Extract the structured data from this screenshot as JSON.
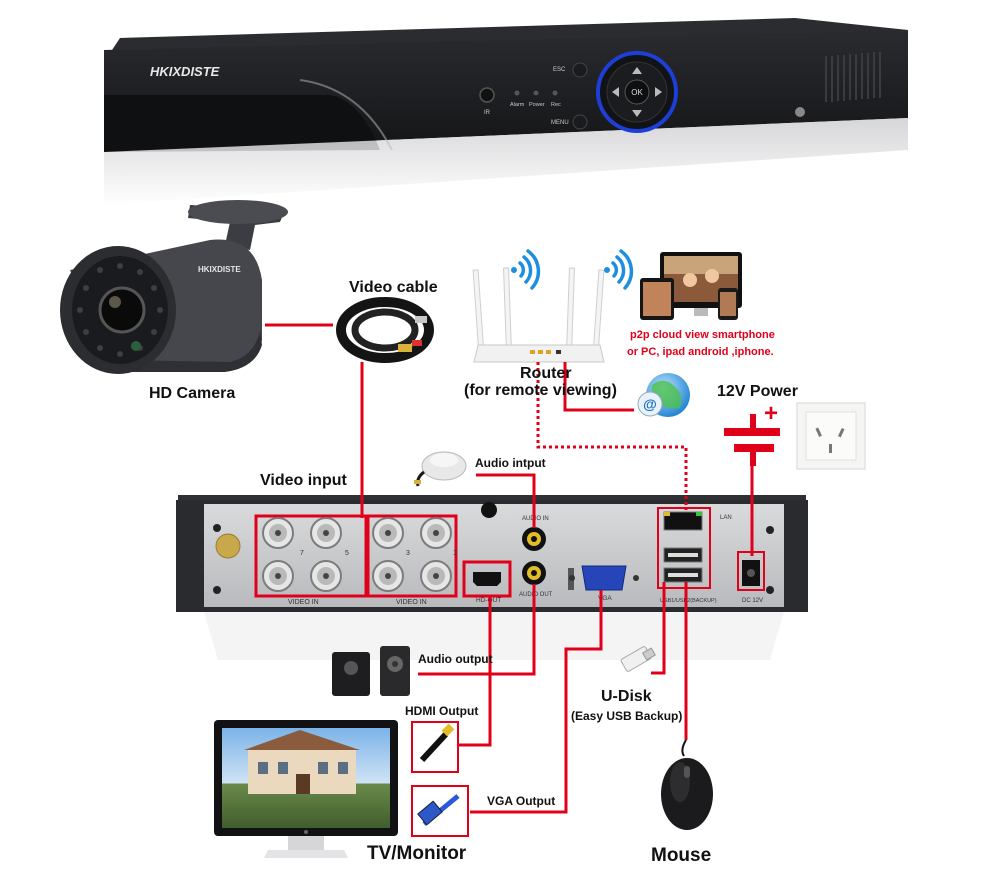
{
  "colors": {
    "wire": "#e1001a",
    "dvr_front": "#1e1f22",
    "dvr_back": "#2a2b2e",
    "panel": "#c9cacc",
    "accent_blue": "#1d3fd6"
  },
  "dvr_front": {
    "brand": "HKIXDISTE",
    "ir_label": "IR",
    "leds": [
      "Alarm",
      "Power",
      "Rec"
    ],
    "esc_label": "ESC",
    "menu_label": "MENU",
    "ok_label": "OK"
  },
  "camera": {
    "brand": "HKIXDISTE",
    "label": "HD Camera"
  },
  "video_cable": {
    "label": "Video cable"
  },
  "router": {
    "label_line1": "Router",
    "label_line2": "(for remote viewing)"
  },
  "p2p": {
    "line1": "p2p cloud  view smartphone",
    "line2": "or PC, ipad android ,iphone."
  },
  "power": {
    "label": "12V Power",
    "plus": "+"
  },
  "audio_input": {
    "label": "Audio intput"
  },
  "video_input": {
    "label": "Video input"
  },
  "back_panel": {
    "video_in_1": "VIDEO IN",
    "video_in_2": "VIDEO IN",
    "hd_out": "HD-OUT",
    "audio_in": "AUDIO IN",
    "audio_out": "AUDIO OUT",
    "vga": "VGA",
    "lan": "LAN",
    "usb": "USB1/USB2(BACKUP)",
    "dc": "DC 12V",
    "port_numbers": [
      "7",
      "5",
      "3",
      "1"
    ]
  },
  "audio_output": {
    "label": "Audio output"
  },
  "hdmi_output": {
    "label": "HDMI Output"
  },
  "vga_output": {
    "label": "VGA Output"
  },
  "udisk": {
    "label": "U-Disk",
    "sublabel": "(Easy USB Backup)"
  },
  "tv": {
    "label": "TV/Monitor"
  },
  "mouse": {
    "label": "Mouse"
  }
}
